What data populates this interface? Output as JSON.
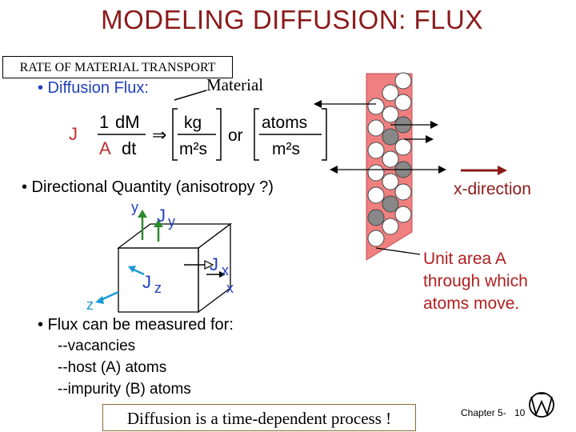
{
  "title": "MODELING DIFFUSION:  FLUX",
  "rate_box": "RATE OF MATERIAL TRANSPORT",
  "flux_label": "• Diffusion Flux:",
  "material_label": "Material",
  "equation": {
    "lhs": "J",
    "one": "1",
    "dM": "dM",
    "A": "A",
    "dt": "dt",
    "arrow": "⇒",
    "unit1_top": "kg",
    "unit1_bottom": "m²s",
    "or": "or",
    "unit2_top": "atoms",
    "unit2_bottom": "m²s"
  },
  "bullet2": "• Directional Quantity (anisotropy ?)",
  "axes": {
    "y": "y",
    "Jy_J": "J",
    "Jy_sub": "y",
    "Jx_J": "J",
    "Jx_sub": "x",
    "x": "x",
    "Jz_J": "J",
    "Jz_sub": "z",
    "z": "z"
  },
  "bullet3": "• Flux can be measured for:",
  "sub_items": [
    "--vacancies",
    "--host (A) atoms",
    "--impurity (B) atoms"
  ],
  "x_direction": "x-direction",
  "unit_area": "Unit area A through which atoms move.",
  "footer_box": "Diffusion is a time-dependent process !",
  "chapter": "Chapter 5-",
  "page": "10",
  "colors": {
    "title": "#8b1a1a",
    "blue": "#1f3fbf",
    "plane": "#f08080",
    "green": "#2e8b2e",
    "cyan": "#1a9ad6"
  }
}
